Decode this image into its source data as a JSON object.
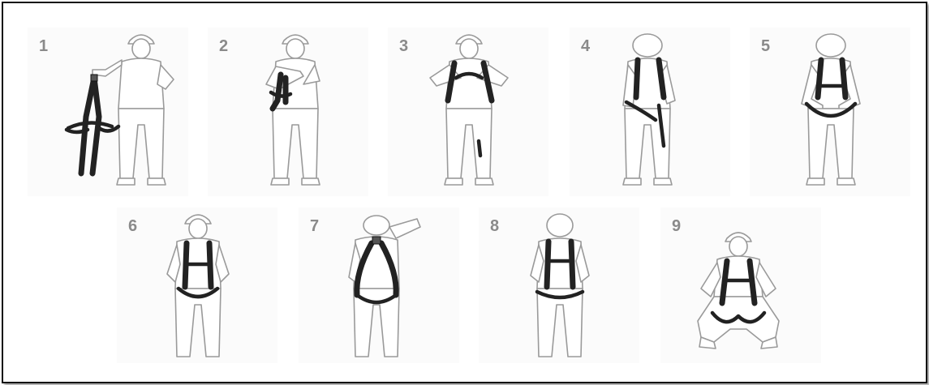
{
  "steps": [
    {
      "number": "1",
      "pose": "holding harness by dorsal D-ring"
    },
    {
      "number": "2",
      "pose": "untangling straps"
    },
    {
      "number": "3",
      "pose": "putting on shoulder straps"
    },
    {
      "number": "4",
      "pose": "shoulder straps on"
    },
    {
      "number": "5",
      "pose": "pulling leg straps forward"
    },
    {
      "number": "6",
      "pose": "connecting leg straps"
    },
    {
      "number": "7",
      "pose": "checking back D-ring"
    },
    {
      "number": "8",
      "pose": "chest strap fastened"
    },
    {
      "number": "9",
      "pose": "squat test"
    }
  ],
  "colors": {
    "harness": "#222222",
    "outline": "#9a9a9a",
    "number": "#8a8a8a",
    "border": "#111111"
  }
}
